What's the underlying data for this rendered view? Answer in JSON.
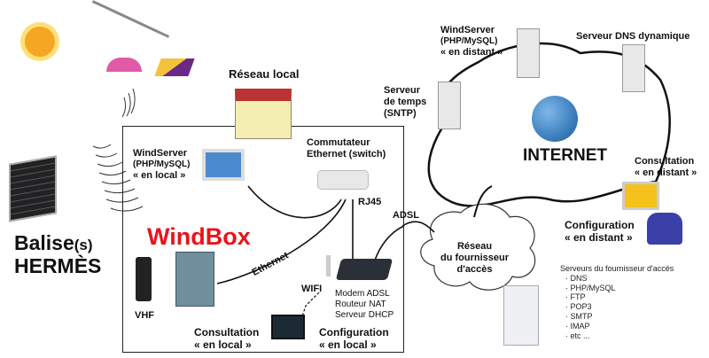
{
  "diagram": {
    "title": "Balise(s) HERMÈS - WindBox network",
    "balise": {
      "main": "Balise",
      "suffix": "(s)",
      "line2": "HERMÈS"
    },
    "windbox_label": "WindBox",
    "reseau_local": "Réseau local",
    "windserver_local": [
      "WindServer",
      "(PHP/MySQL)",
      "« en local »"
    ],
    "switch": [
      "Commutateur",
      "Ethernet (switch)"
    ],
    "rj45": "RJ45",
    "adsl": "ADSL",
    "ethernet": "Ethernet",
    "wifi": "WIFI",
    "vhf": "VHF",
    "modem": [
      "Modem ADSL",
      "Routeur NAT",
      "Serveur DHCP"
    ],
    "consultation_local": [
      "Consultation",
      "« en local »"
    ],
    "configuration_local": [
      "Configuration",
      "« en local »"
    ],
    "windserver_distant": [
      "WindServer",
      "(PHP/MySQL)",
      "« en distant »"
    ],
    "dns": "Serveur DNS dynamique",
    "sntp": [
      "Serveur",
      "de temps",
      "(SNTP)"
    ],
    "internet": "INTERNET",
    "consultation_distant": [
      "Consultation",
      "« en distant »"
    ],
    "configuration_distant": [
      "Configuration",
      "« en distant »"
    ],
    "isp_cloud": [
      "Réseau",
      "du fournisseur",
      "d'accès"
    ],
    "isp_servers": {
      "title": "Serveurs du fournisseur d'accès",
      "items": [
        "DNS",
        "PHP/MySQL",
        "FTP",
        "POP3",
        "SMTP",
        "IMAP",
        "etc ..."
      ]
    },
    "colors": {
      "windbox": "#e8141b",
      "globe": "#3d7fbf",
      "user": "#3b3fa8"
    }
  }
}
